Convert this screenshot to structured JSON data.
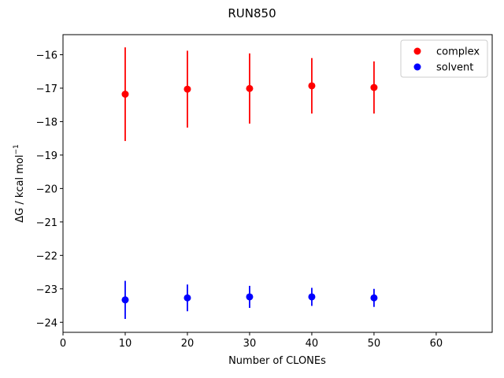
{
  "chart_data": {
    "type": "scatter",
    "title": "RUN850",
    "xlabel": "Number of CLONEs",
    "ylabel": "ΔG / kcal mol",
    "ylabel_superscript": "−1",
    "xlim": [
      0,
      69
    ],
    "ylim": [
      -24.3,
      -15.4
    ],
    "xticks": [
      0,
      10,
      20,
      30,
      40,
      50,
      60
    ],
    "xtick_labels": [
      "0",
      "10",
      "20",
      "30",
      "40",
      "50",
      "60"
    ],
    "yticks": [
      -16,
      -17,
      -18,
      -19,
      -20,
      -21,
      -22,
      -23,
      -24
    ],
    "ytick_labels": [
      "−16",
      "−17",
      "−18",
      "−19",
      "−20",
      "−21",
      "−22",
      "−23",
      "−24"
    ],
    "grid": false,
    "legend_position": "top-right",
    "series": [
      {
        "name": "complex",
        "color": "#ff0000",
        "x": [
          10,
          20,
          30,
          40,
          50
        ],
        "y": [
          -17.18,
          -17.03,
          -17.01,
          -16.93,
          -16.98
        ],
        "err": [
          1.4,
          1.15,
          1.05,
          0.83,
          0.78
        ]
      },
      {
        "name": "solvent",
        "color": "#0000ff",
        "x": [
          10,
          20,
          30,
          40,
          50
        ],
        "y": [
          -23.33,
          -23.27,
          -23.24,
          -23.24,
          -23.27
        ],
        "err": [
          0.57,
          0.4,
          0.33,
          0.27,
          0.27
        ]
      }
    ]
  }
}
